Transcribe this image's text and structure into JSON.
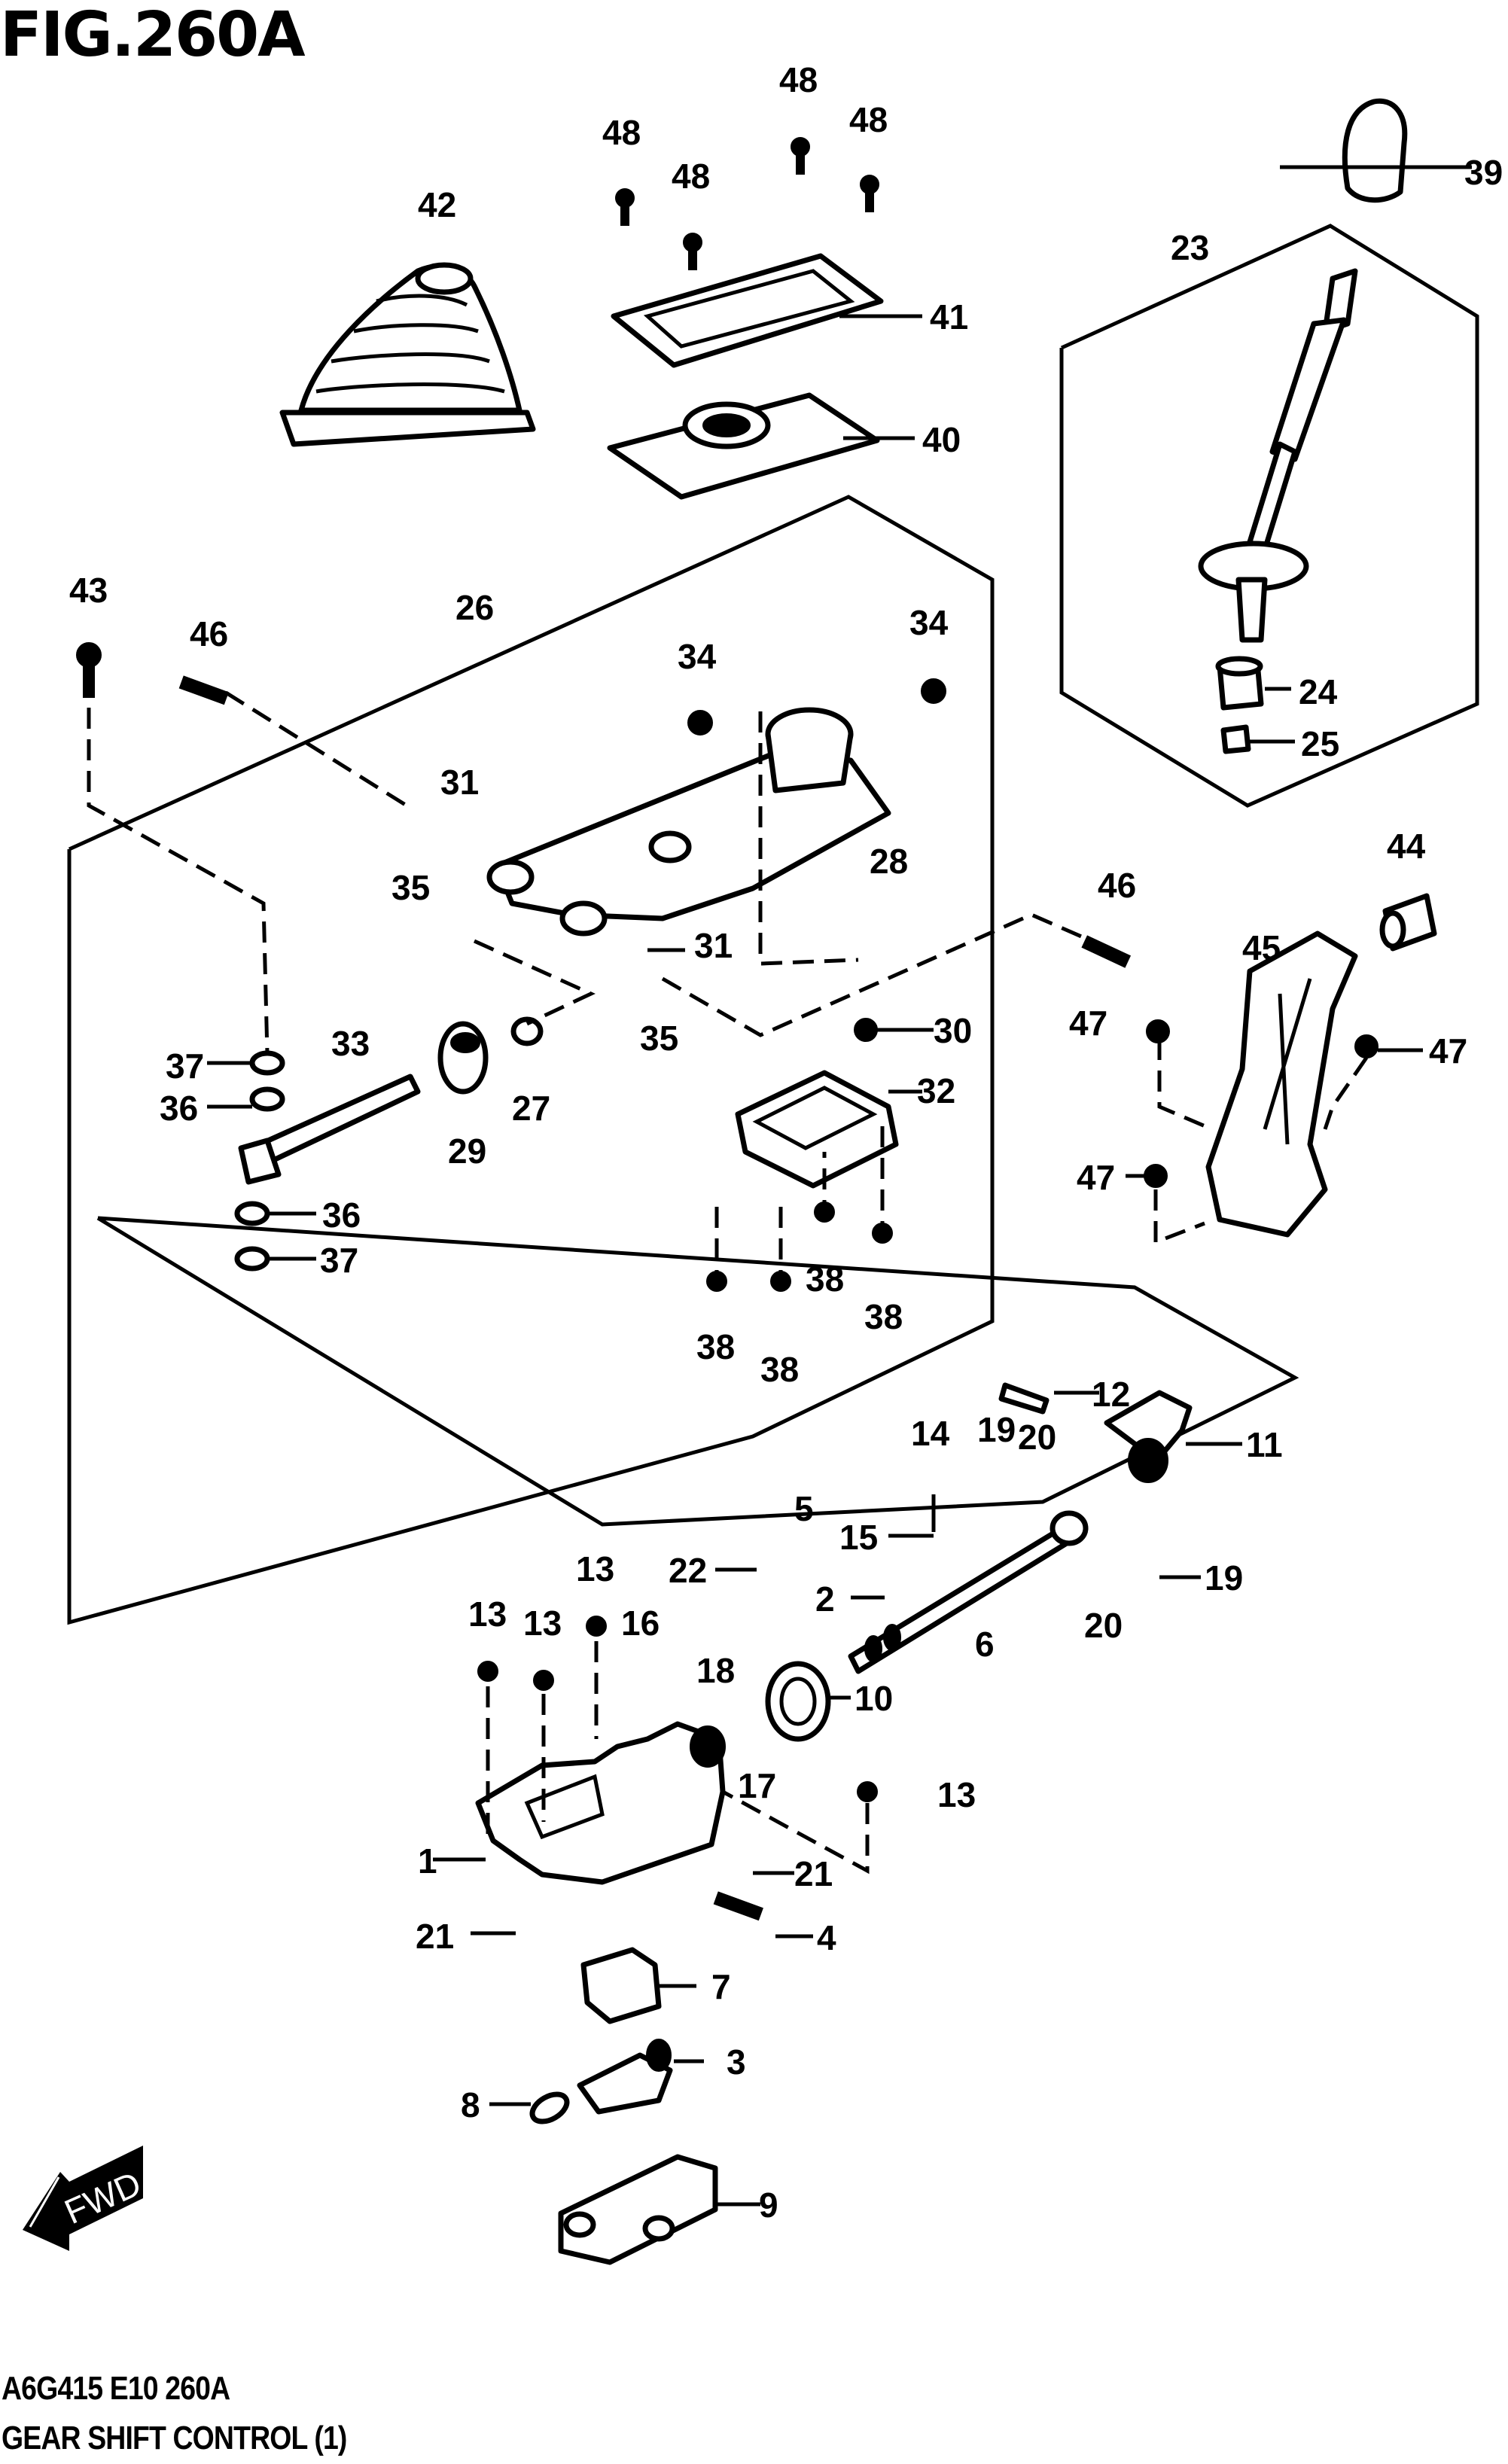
{
  "figure": {
    "title": "FIG.260A",
    "code": "A6G415 E10 260A",
    "name": "GEAR SHIFT CONTROL (1)"
  },
  "direction_indicator": {
    "label": "FWD",
    "icon": "forward-arrow-icon"
  },
  "callouts": [
    {
      "id": "48a",
      "label": "48"
    },
    {
      "id": "48b",
      "label": "48"
    },
    {
      "id": "48c",
      "label": "48"
    },
    {
      "id": "48d",
      "label": "48"
    },
    {
      "id": "39",
      "label": "39"
    },
    {
      "id": "42",
      "label": "42"
    },
    {
      "id": "41",
      "label": "41"
    },
    {
      "id": "40",
      "label": "40"
    },
    {
      "id": "23",
      "label": "23"
    },
    {
      "id": "24",
      "label": "24"
    },
    {
      "id": "25",
      "label": "25"
    },
    {
      "id": "43",
      "label": "43"
    },
    {
      "id": "46a",
      "label": "46"
    },
    {
      "id": "26",
      "label": "26"
    },
    {
      "id": "34a",
      "label": "34"
    },
    {
      "id": "34b",
      "label": "34"
    },
    {
      "id": "31a",
      "label": "31"
    },
    {
      "id": "35a",
      "label": "35"
    },
    {
      "id": "28",
      "label": "28"
    },
    {
      "id": "31b",
      "label": "31"
    },
    {
      "id": "35b",
      "label": "35"
    },
    {
      "id": "30",
      "label": "30"
    },
    {
      "id": "46b",
      "label": "46"
    },
    {
      "id": "44",
      "label": "44"
    },
    {
      "id": "45",
      "label": "45"
    },
    {
      "id": "47a",
      "label": "47"
    },
    {
      "id": "47b",
      "label": "47"
    },
    {
      "id": "47c",
      "label": "47"
    },
    {
      "id": "37a",
      "label": "37"
    },
    {
      "id": "36a",
      "label": "36"
    },
    {
      "id": "33",
      "label": "33"
    },
    {
      "id": "29",
      "label": "29"
    },
    {
      "id": "27",
      "label": "27"
    },
    {
      "id": "32",
      "label": "32"
    },
    {
      "id": "36b",
      "label": "36"
    },
    {
      "id": "37b",
      "label": "37"
    },
    {
      "id": "38a",
      "label": "38"
    },
    {
      "id": "38b",
      "label": "38"
    },
    {
      "id": "38c",
      "label": "38"
    },
    {
      "id": "38d",
      "label": "38"
    },
    {
      "id": "12",
      "label": "12"
    },
    {
      "id": "11",
      "label": "11"
    },
    {
      "id": "14",
      "label": "14"
    },
    {
      "id": "19a",
      "label": "19"
    },
    {
      "id": "20a",
      "label": "20"
    },
    {
      "id": "5",
      "label": "5"
    },
    {
      "id": "15",
      "label": "15"
    },
    {
      "id": "22",
      "label": "22"
    },
    {
      "id": "2",
      "label": "2"
    },
    {
      "id": "19b",
      "label": "19"
    },
    {
      "id": "20b",
      "label": "20"
    },
    {
      "id": "6",
      "label": "6"
    },
    {
      "id": "13a",
      "label": "13"
    },
    {
      "id": "13b",
      "label": "13"
    },
    {
      "id": "13c",
      "label": "13"
    },
    {
      "id": "16",
      "label": "16"
    },
    {
      "id": "18",
      "label": "18"
    },
    {
      "id": "10",
      "label": "10"
    },
    {
      "id": "17",
      "label": "17"
    },
    {
      "id": "13d",
      "label": "13"
    },
    {
      "id": "1",
      "label": "1"
    },
    {
      "id": "21a",
      "label": "21"
    },
    {
      "id": "21b",
      "label": "21"
    },
    {
      "id": "4",
      "label": "4"
    },
    {
      "id": "7",
      "label": "7"
    },
    {
      "id": "3",
      "label": "3"
    },
    {
      "id": "8",
      "label": "8"
    },
    {
      "id": "9",
      "label": "9"
    }
  ]
}
